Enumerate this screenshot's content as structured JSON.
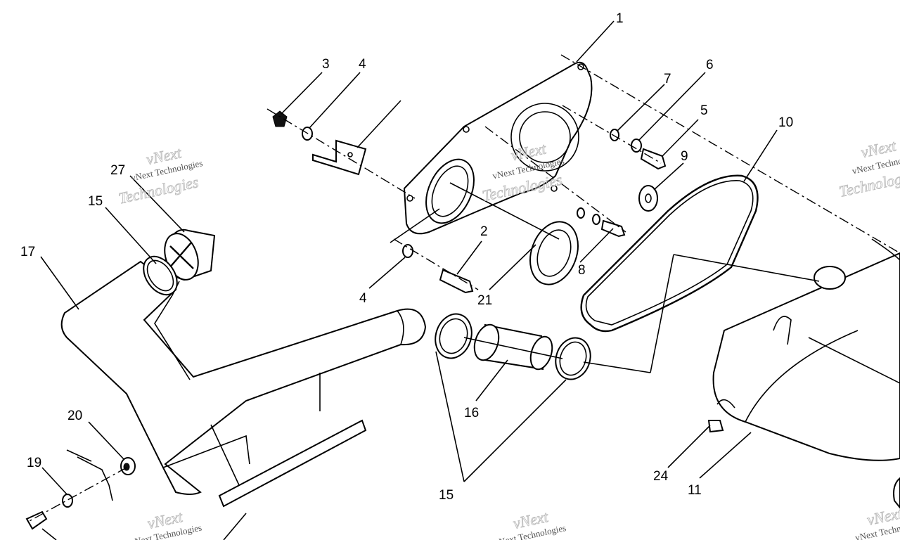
{
  "watermark": {
    "brand": "vNext",
    "line": "vNext Technologies",
    "big": "Technologies"
  },
  "callouts": {
    "c1": "1",
    "c2": "2",
    "c3": "3",
    "c4a": "4",
    "c4b": "4",
    "c5": "5",
    "c6": "6",
    "c7": "7",
    "c8": "8",
    "c9": "9",
    "c10": "10",
    "c11": "11",
    "c15a": "15",
    "c15b": "15",
    "c16": "16",
    "c17": "17",
    "c19": "19",
    "c20": "20",
    "c21": "21",
    "c24": "24",
    "c27": "27"
  }
}
